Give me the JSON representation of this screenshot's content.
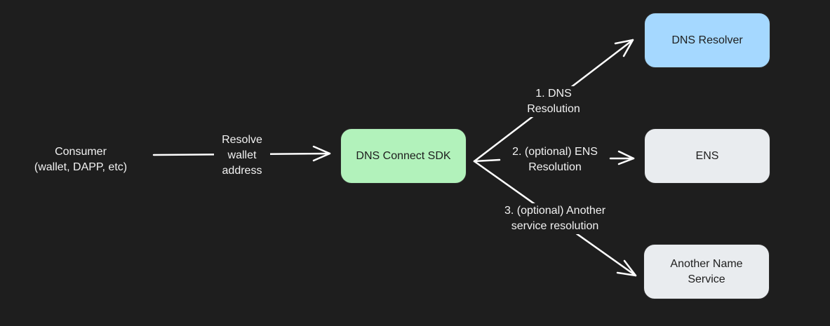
{
  "diagram": {
    "colors": {
      "background": "#1e1e1e",
      "stroke": "#ffffff",
      "sdk_fill": "#b2f2bb",
      "dns_fill": "#a5d8ff",
      "service_fill": "#e9ecef"
    },
    "consumer": {
      "line1": "Consumer",
      "line2": "(wallet, DAPP, etc)"
    },
    "edge_resolve": {
      "line1": "Resolve",
      "line2": "wallet",
      "line3": "address"
    },
    "nodes": {
      "sdk": "DNS Connect SDK",
      "dns_resolver": "DNS Resolver",
      "ens": "ENS",
      "another_line1": "Another Name",
      "another_line2": "Service"
    },
    "edges": {
      "dns_line1": "1. DNS",
      "dns_line2": "Resolution",
      "ens_line1": "2. (optional) ENS",
      "ens_line2": "Resolution",
      "other_line1": "3. (optional) Another",
      "other_line2": "service resolution"
    }
  }
}
